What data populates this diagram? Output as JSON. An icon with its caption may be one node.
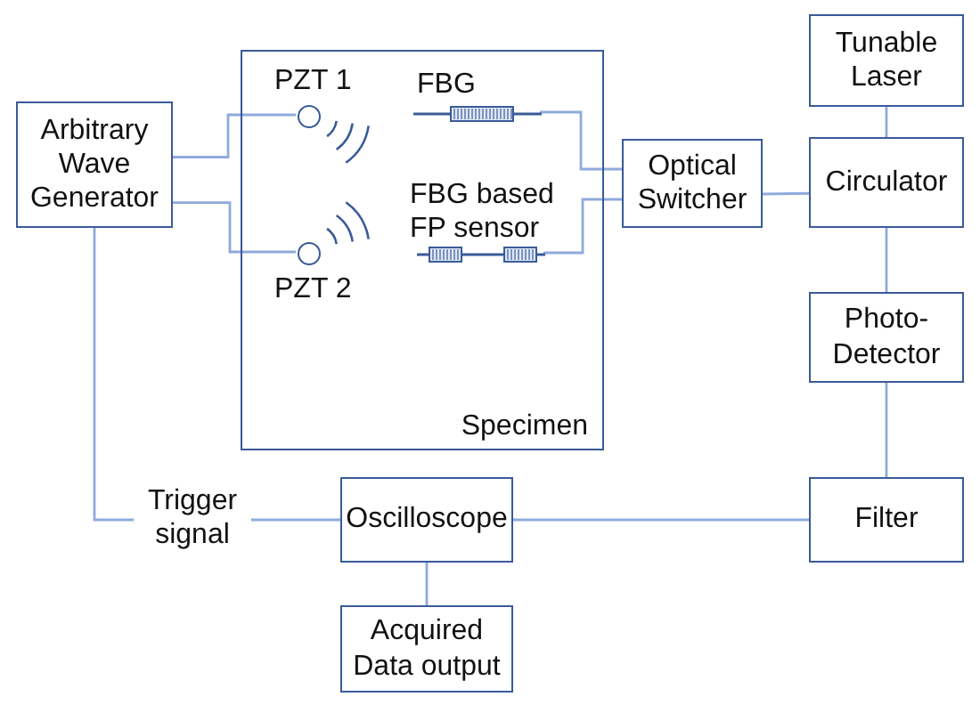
{
  "diagram": {
    "nodes": [
      {
        "text": [
          "Specimen"
        ]
      },
      {
        "text": [
          "Arbitrary Wave Generator"
        ]
      },
      {
        "text": [
          "PZT 1"
        ],
        "in": 0
      },
      {
        "text": [
          "PZT 2"
        ],
        "in": 0
      },
      {
        "text": [
          "FBG"
        ],
        "in": 0
      },
      {
        "text": [
          "FBG based FP sensor"
        ],
        "in": 0
      },
      {
        "text": [
          "Optical Switcher"
        ]
      },
      {
        "text": [
          "Tunable Laser"
        ]
      },
      {
        "text": [
          "Circulator"
        ]
      },
      {
        "text": [
          "Photo-Detector"
        ]
      },
      {
        "text": [
          "Filter"
        ]
      },
      {
        "text": [
          "Oscilloscope"
        ]
      },
      {
        "text": [
          "Acquired Data output"
        ]
      }
    ],
    "edges": [
      {
        "from": 1,
        "to": 2,
        "arrow": "none"
      },
      {
        "from": 1,
        "to": 3,
        "arrow": "none"
      },
      {
        "from": 4,
        "to": 6,
        "arrow": "none"
      },
      {
        "from": 5,
        "to": 6,
        "arrow": "none"
      },
      {
        "from": 6,
        "to": 8,
        "arrow": "none"
      },
      {
        "from": 7,
        "to": 8,
        "arrow": "none"
      },
      {
        "from": 8,
        "to": 9,
        "arrow": "none"
      },
      {
        "from": 9,
        "to": 10,
        "arrow": "none"
      },
      {
        "from": 10,
        "to": 11,
        "arrow": "none"
      },
      {
        "from": 1,
        "to": 11,
        "arrow": "none",
        "label": "Trigger signal"
      },
      {
        "from": 11,
        "to": 12,
        "arrow": "none"
      }
    ]
  }
}
